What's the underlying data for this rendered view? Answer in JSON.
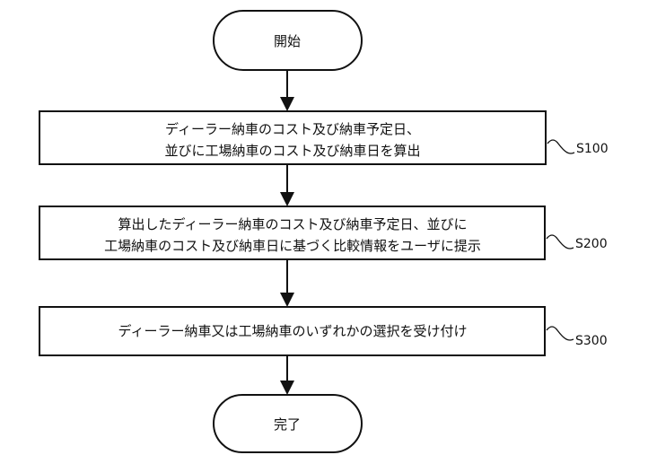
{
  "start": "開始",
  "end": "完了",
  "steps": [
    {
      "id": "S100",
      "lines": [
        "ディーラー納車のコスト及び納車予定日、",
        "並びに工場納車のコスト及び納車日を算出"
      ]
    },
    {
      "id": "S200",
      "lines": [
        "算出したディーラー納車のコスト及び納車予定日、並びに",
        "工場納車のコスト及び納車日に基づく比較情報をユーザに提示"
      ]
    },
    {
      "id": "S300",
      "lines": [
        "ディーラー納車又は工場納車のいずれかの選択を受け付け"
      ]
    }
  ]
}
